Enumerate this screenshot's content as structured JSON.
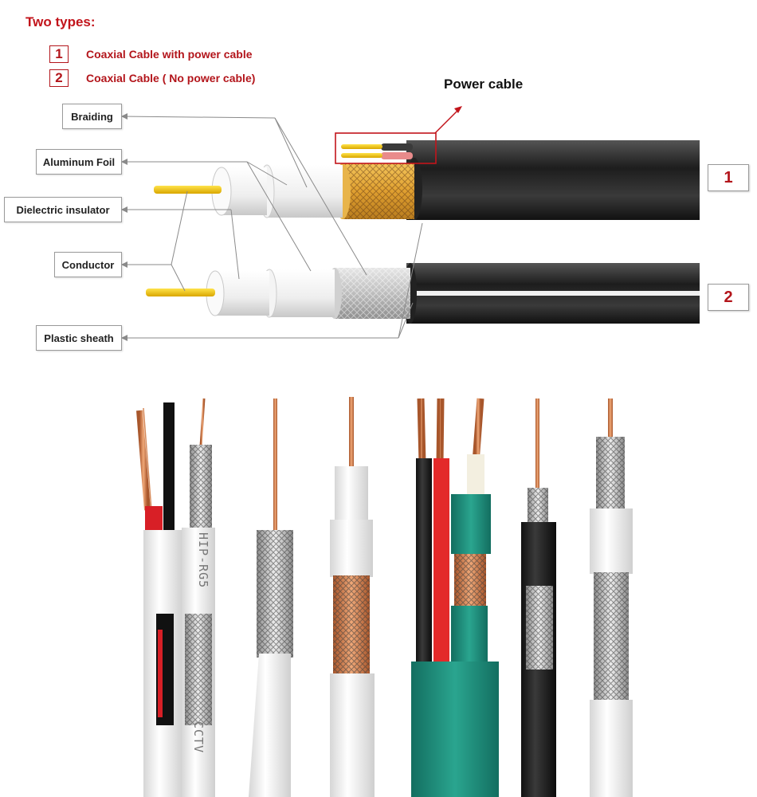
{
  "heading": "Two types:",
  "types": [
    {
      "num": "1",
      "label": "Coaxial Cable with power cable"
    },
    {
      "num": "2",
      "label": "Coaxial Cable ( No power cable)"
    }
  ],
  "power_cable_label": "Power cable",
  "parts": {
    "braiding": "Braiding",
    "aluminum_foil": "Aluminum Foil",
    "dielectric": "Dielectric insulator",
    "conductor": "Conductor",
    "sheath": "Plastic sheath"
  },
  "cable_numbers": [
    "1",
    "2"
  ],
  "print_marks": {
    "cable1": "HIP-RG5",
    "cable1_lower": "CCTV"
  },
  "colors": {
    "accent_red": "#b3151b",
    "sheath_black": "#2e2e2e",
    "copper": "#c87a48",
    "braid_gold": "#e2a83a",
    "teal": "#1e8a78"
  }
}
